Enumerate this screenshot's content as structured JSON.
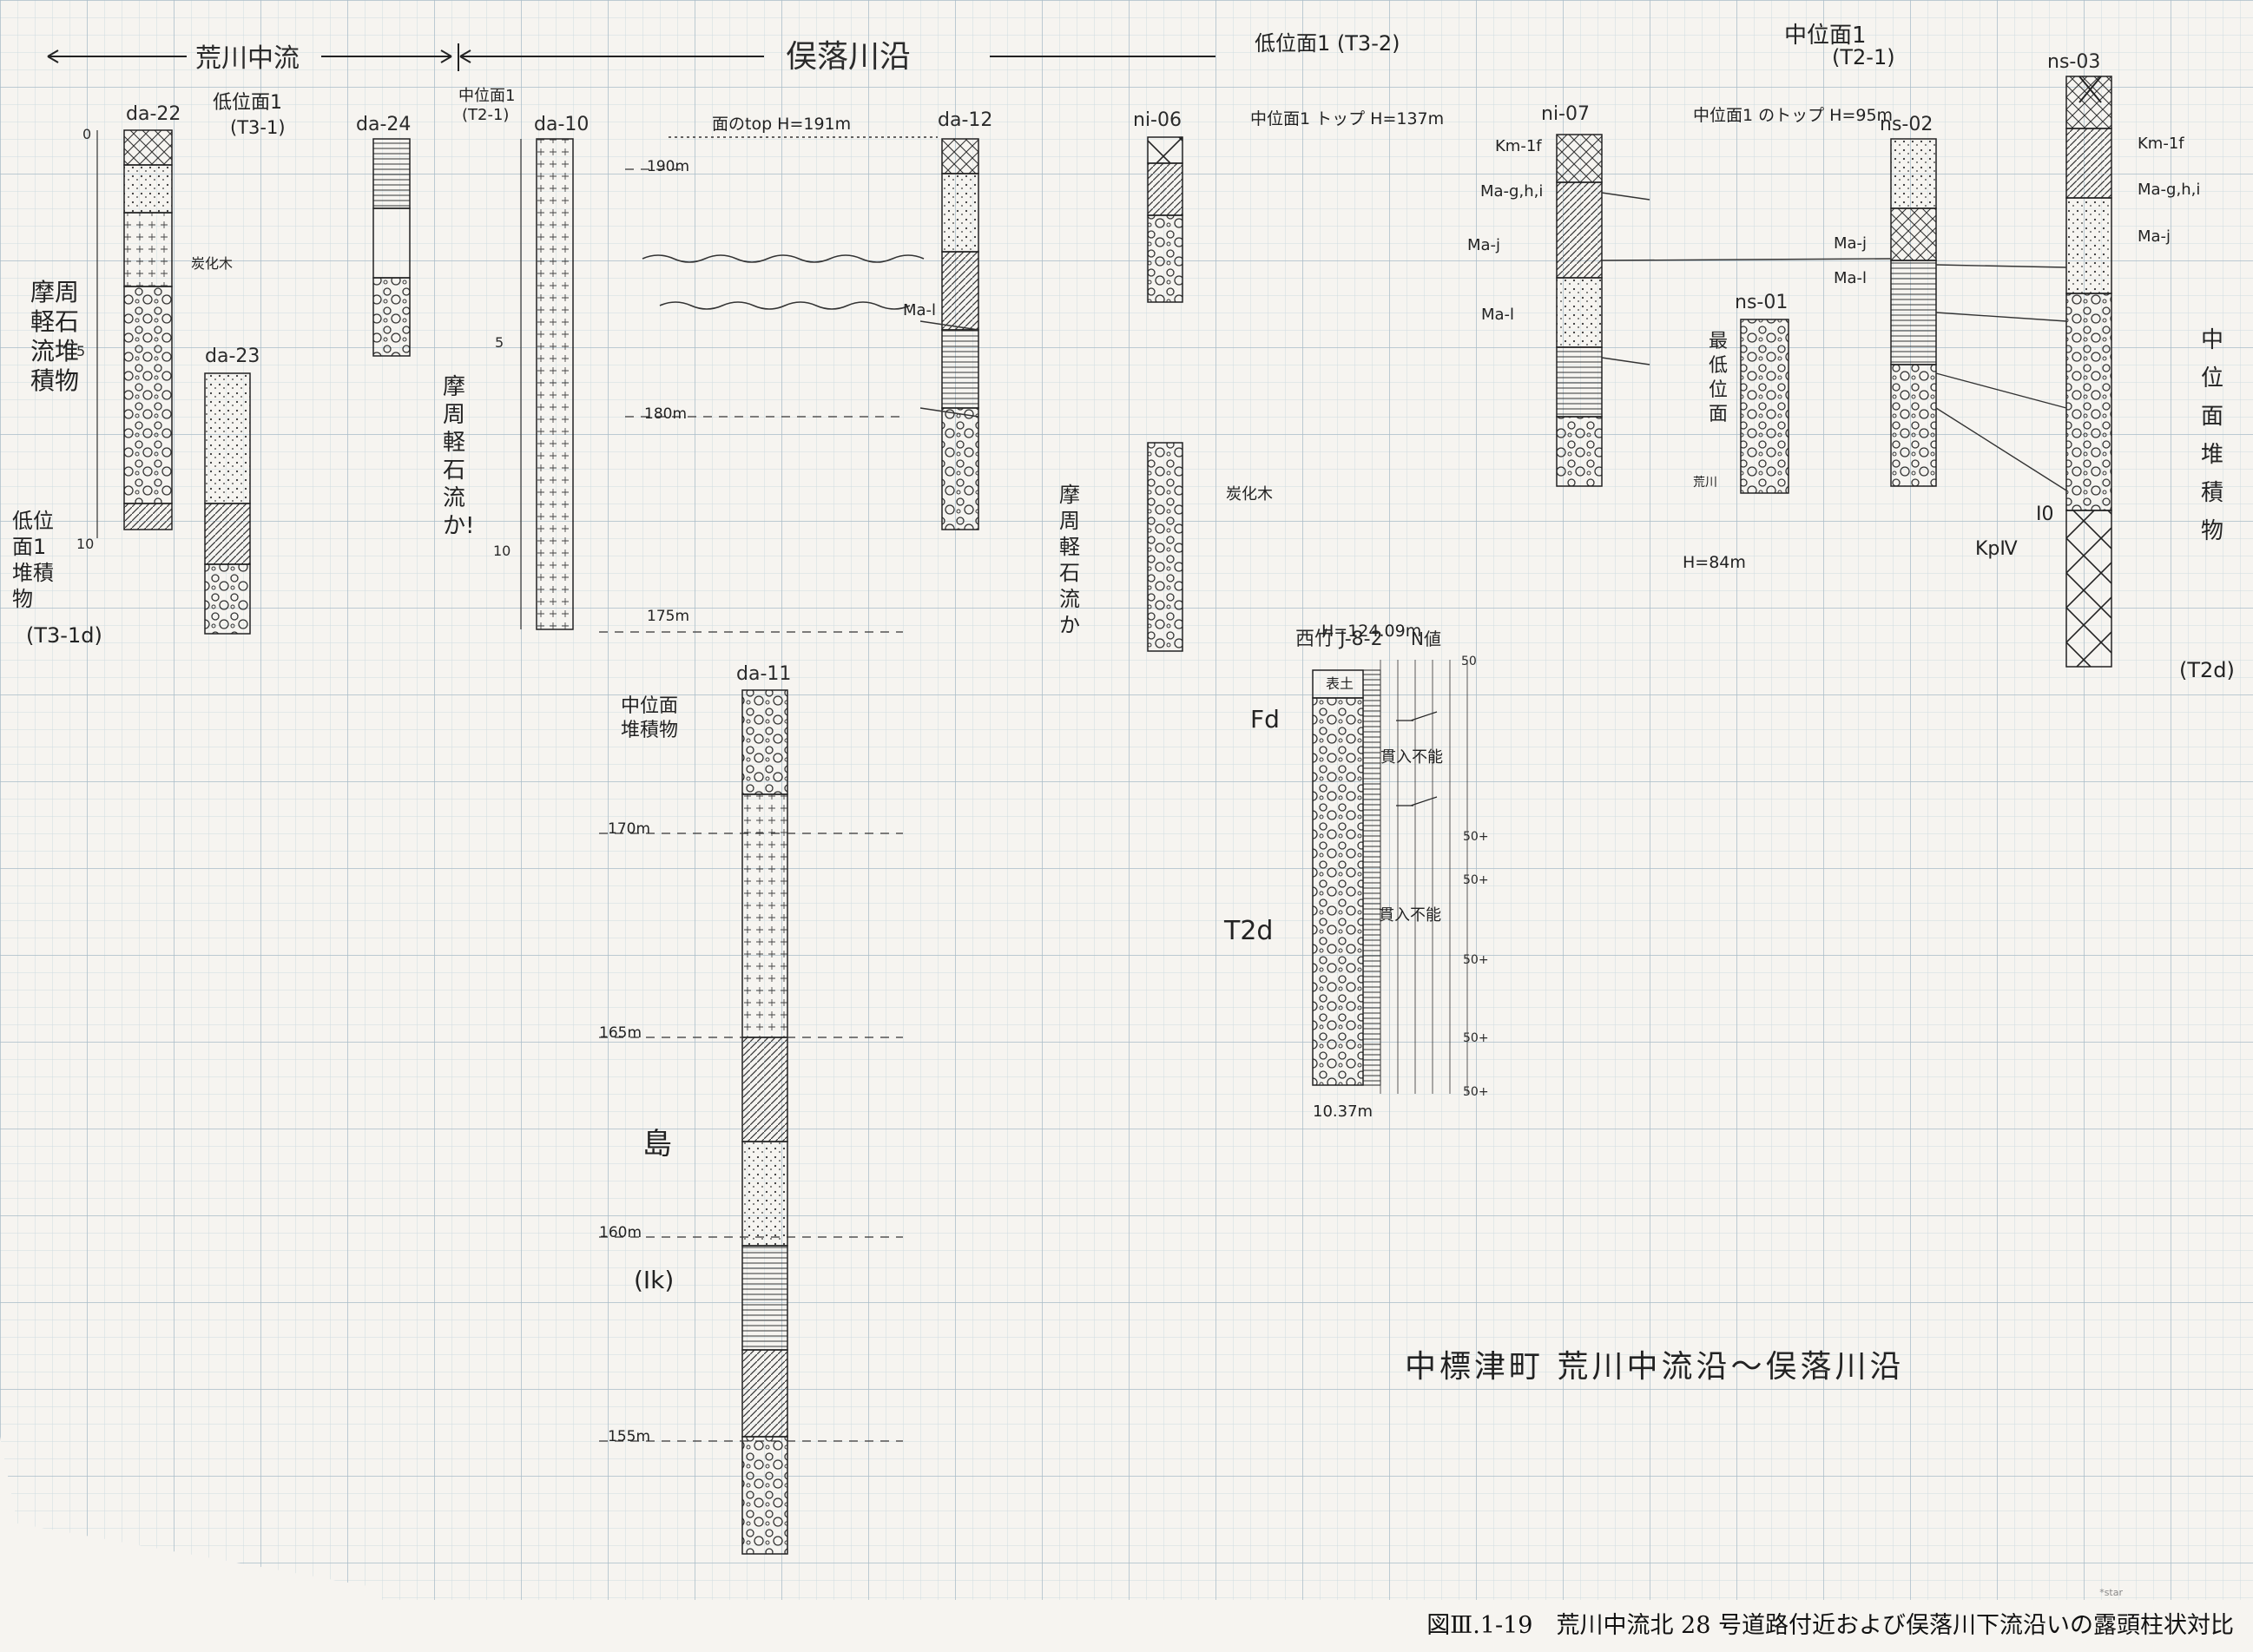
{
  "caption": "図Ⅲ.1-19　荒川中流北 28 号道路付近および俣落川下流沿いの露頭柱状対比",
  "headings": {
    "arakawa": "荒川中流",
    "materoku": "俣落川沿",
    "area": "中標津町 荒川中流沿～俣落川沿"
  },
  "sections": [
    {
      "id": "da-22",
      "label": "da-22"
    },
    {
      "id": "da-23",
      "label": "da-23"
    },
    {
      "id": "da-24",
      "label": "da-24"
    },
    {
      "id": "da-10",
      "label": "da-10"
    },
    {
      "id": "da-12",
      "label": "da-12"
    },
    {
      "id": "ni-06",
      "label": "ni-06"
    },
    {
      "id": "ni-07",
      "label": "ni-07"
    },
    {
      "id": "ns-01",
      "label": "ns-01"
    },
    {
      "id": "ns-02",
      "label": "ns-02"
    },
    {
      "id": "ns-03",
      "label": "ns-03"
    },
    {
      "id": "da-11",
      "label": "da-11"
    }
  ],
  "surfaces": {
    "low1": "低位面1",
    "t31": "(T3-1)",
    "mid1": "中位面1",
    "t21": "(T2-1)",
    "t32": "低位面1 (T3-2)",
    "mid1b": "中位面1",
    "t21b": "(T2-1)",
    "low1d": "(T3-1d)",
    "t2d": "(T2d)",
    "t2d2": "T2d",
    "ik": "(Ik)",
    "fd": "Fd"
  },
  "elevations": {
    "e190": "190m",
    "e180": "180m",
    "e175": "175m",
    "e170": "170m",
    "e165": "165m",
    "e160": "160m",
    "e155": "155m",
    "top191": "面のtop  H=191m",
    "top137": "中位面1 トップ  H=137m",
    "top95": "中位面1 のトップ H=95m",
    "h84": "H=84m",
    "h124": "H=124.09m",
    "h1037": "10.37m"
  },
  "tephra": {
    "km1f": "Km-1f",
    "km1f2": "Km-1f",
    "magni": "Ma-g,h,i",
    "magni2": "Ma-g,h,i",
    "maj": "Ma-j",
    "maj2": "Ma-j",
    "maj3": "Ma-j",
    "mal": "Ma-l",
    "mal2": "Ma-l",
    "mal3": "Ma-l",
    "kp4": "KpⅣ",
    "i0": "I0"
  },
  "borehole": {
    "name": "西竹 J-8-2",
    "ntitle": "N値",
    "n50": "50",
    "nvalues": [
      "50+",
      "50+",
      "50+",
      "50+",
      "50+"
    ]
  },
  "notes": {
    "mashu": "摩周軽石流堆積物",
    "mashu2": "摩周軽石流か!",
    "mashu3": "摩周軽石流か",
    "yu": "最低位面",
    "kodai": "低位面1 堆積物",
    "kasaki": "荒川",
    "chuikou": "中位面 堆積物",
    "chuikou2": "中位面堆積物",
    "soil": "表土",
    "kunsou": "貫入不能",
    "kunsou2": "貫入不能",
    "tanka": "炭化木",
    "tanka2": "炭化木",
    "sima": "島"
  },
  "colors": {
    "ink": "#2a2a2a",
    "grid_minor": "#c9d6dd",
    "grid_major": "#9fb3bf",
    "paper": "#f4f2ee"
  },
  "watermark": "*star"
}
